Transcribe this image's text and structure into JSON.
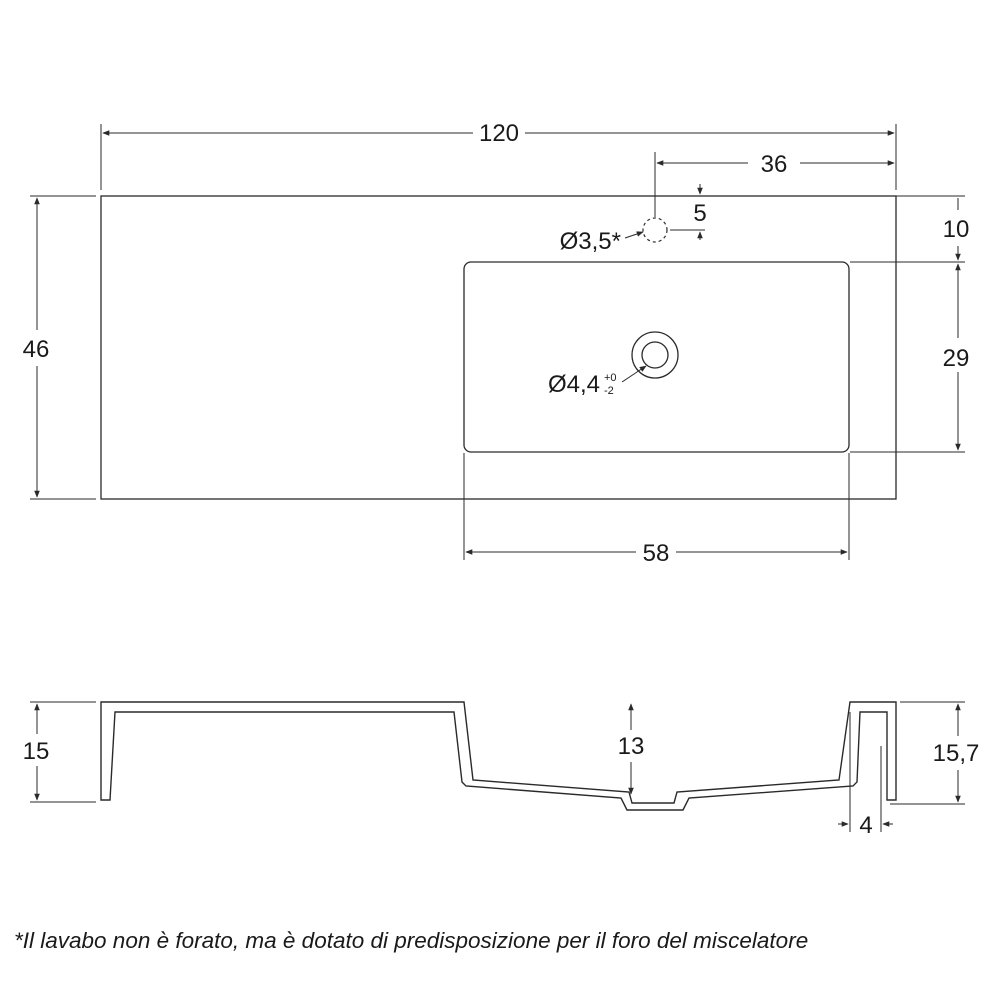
{
  "plan_dimensions": {
    "width_total": "120",
    "tap_hole_offset": "36",
    "tap_hole_inset": "5",
    "tap_hole_diameter": "Ø3,5*",
    "back_edge": "10",
    "depth_total": "46",
    "basin_depth": "29",
    "drain_diameter": "Ø4,4",
    "drain_tol_plus": "+0",
    "drain_tol_minus": "-2",
    "basin_width": "58"
  },
  "section_dimensions": {
    "left_height": "15",
    "basin_inner_depth": "13",
    "right_height": "15,7",
    "wall_thickness": "4"
  },
  "footnote": "*Il lavabo non è forato, ma è dotato di predisposizione per il foro del miscelatore"
}
